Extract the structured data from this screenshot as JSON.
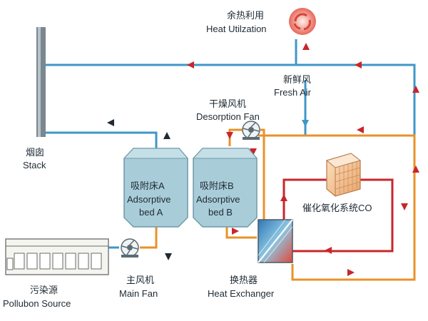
{
  "labels": {
    "heat_util_zh": "余热利用",
    "heat_util_en": "Heat Utilzation",
    "fresh_air_zh": "新鲜风",
    "fresh_air_en": "Fresh Air",
    "desorption_fan_zh": "干燥风机",
    "desorption_fan_en": "Desorption Fan",
    "stack_zh": "烟囱",
    "stack_en": "Stack",
    "bed_a_zh": "吸附床A",
    "bed_a_en1": "Adsorptive",
    "bed_a_en2": "bed A",
    "bed_b_zh": "吸附床B",
    "bed_b_en1": "Adsorptive",
    "bed_b_en2": "bed B",
    "co": "催化氧化系统CO",
    "main_fan_zh": "主风机",
    "main_fan_en": "Main Fan",
    "heat_exchanger_zh": "换热器",
    "heat_exchanger_en": "Heat Exchanger",
    "pollution_zh": "污染源",
    "pollution_en": "Pollubon Source"
  },
  "colors": {
    "blue_pipe": "#3f97c8",
    "orange_pipe": "#e8922a",
    "red_pipe": "#c8262b",
    "arrow_dark": "#1f2a33",
    "arrow_red": "#c8262b",
    "bed_fill": "#a8cdd8",
    "bed_top": "#c5dfe7",
    "co_fill": "#f3c59a"
  },
  "icons": {
    "heat_util": "recycle-icon",
    "fan": "fan-icon",
    "heat_exchanger": "heat-exchanger-icon",
    "catalyst": "catalyst-block-icon"
  }
}
